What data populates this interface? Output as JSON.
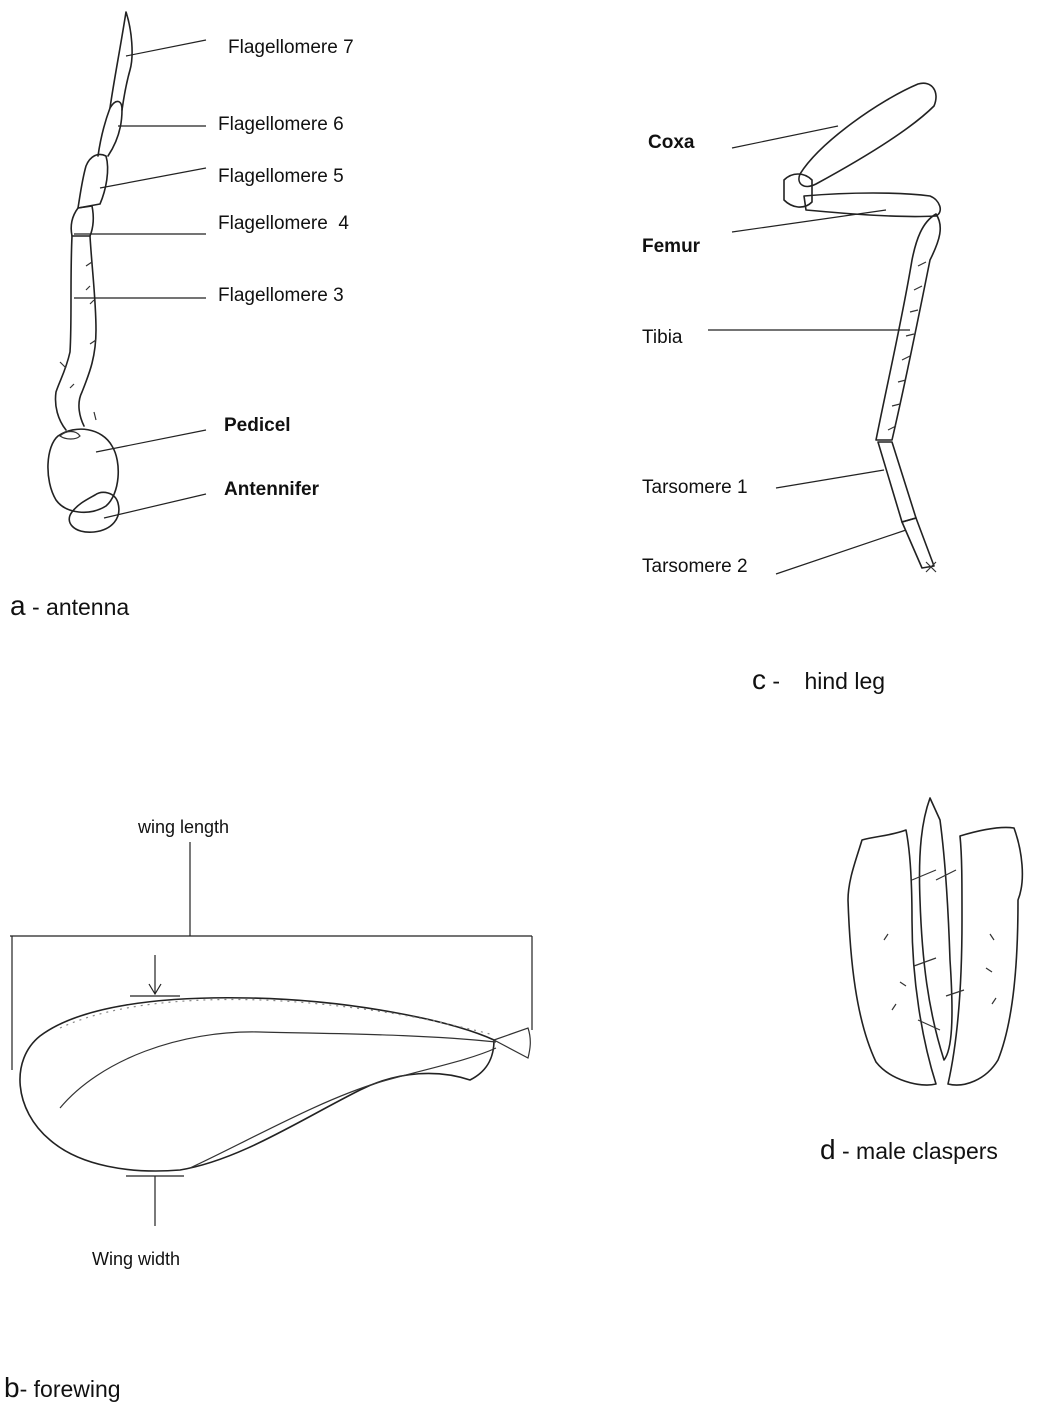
{
  "antenna": {
    "labels": [
      "Flagellomere 7",
      "Flagellomere 6",
      "Flagellomere 5",
      "Flagellomere  4",
      "Flagellomere 3",
      "Pedicel",
      "Antennifer"
    ],
    "caption_letter": "a",
    "caption_sep": " - ",
    "caption_text": "antenna"
  },
  "forewing": {
    "length_label": "wing length",
    "width_label": "Wing width",
    "caption_letter": "b",
    "caption_sep": "- ",
    "caption_text": "forewing"
  },
  "hind_leg": {
    "labels": [
      "Coxa",
      "Femur",
      "Tibia",
      "Tarsomere 1",
      "Tarsomere 2"
    ],
    "caption_letter": "c",
    "caption_sep": " - ",
    "caption_text": "hind leg"
  },
  "claspers": {
    "caption_letter": "d",
    "caption_sep": " - ",
    "caption_text": "male claspers"
  }
}
